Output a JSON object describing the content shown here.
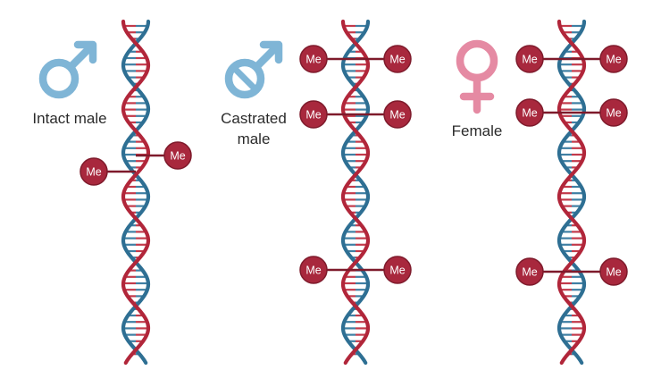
{
  "marker_text": "Me",
  "colors": {
    "strand_red": "#b1263a",
    "strand_blue": "#2e6f93",
    "rung_red": "#c23a4b",
    "rung_blue": "#3f7fa3",
    "methyl_fill": "#a8283d",
    "methyl_edge": "#7e1a2b",
    "male_symbol": "#7fb5d6",
    "female_symbol": "#e58aa3",
    "label_text": "#2b2b2b"
  },
  "panels": [
    {
      "id": "intact",
      "label_lines": [
        "Intact male"
      ],
      "symbol": "male-icon",
      "methyl_marks": [
        {
          "side": "right",
          "row": 1
        },
        {
          "side": "left",
          "row": 2
        }
      ]
    },
    {
      "id": "castrated",
      "label_lines": [
        "Castrated",
        "male"
      ],
      "symbol": "castrated-male-icon",
      "methyl_marks": [
        {
          "side": "left",
          "row": 1
        },
        {
          "side": "right",
          "row": 1
        },
        {
          "side": "left",
          "row": 2
        },
        {
          "side": "right",
          "row": 2
        },
        {
          "side": "left",
          "row": 7
        },
        {
          "side": "right",
          "row": 7
        }
      ]
    },
    {
      "id": "female",
      "label_lines": [
        "Female"
      ],
      "symbol": "female-icon",
      "methyl_marks": [
        {
          "side": "left",
          "row": 1
        },
        {
          "side": "right",
          "row": 1
        },
        {
          "side": "left",
          "row": 2
        },
        {
          "side": "right",
          "row": 2
        },
        {
          "side": "left",
          "row": 7
        },
        {
          "side": "right",
          "row": 7
        }
      ]
    }
  ]
}
